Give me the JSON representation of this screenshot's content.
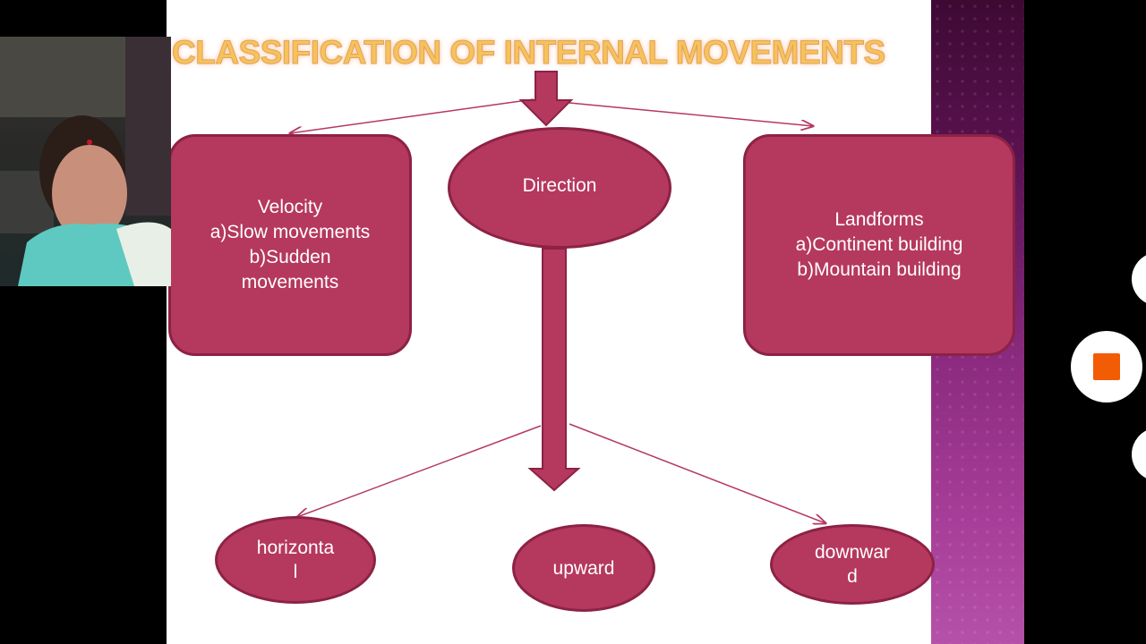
{
  "slide": {
    "title": "CLASSIFICATION OF INTERNAL MOVEMENTS",
    "nodes": {
      "velocity": "Velocity\na)Slow movements\nb)Sudden\nmovements",
      "direction": "Direction",
      "landforms": "Landforms\na)Continent building\nb)Mountain building",
      "horizontal": "horizonta\nl",
      "upward": "upward",
      "downward": "downwar\nd"
    }
  },
  "colors": {
    "node_fill": "#b5385f",
    "node_border": "#8c2245",
    "title": "#f6c35a",
    "record_stop": "#f25c05"
  },
  "overlay": {
    "webcam": "webcam-feed",
    "record_icon": "stop-square-icon"
  }
}
